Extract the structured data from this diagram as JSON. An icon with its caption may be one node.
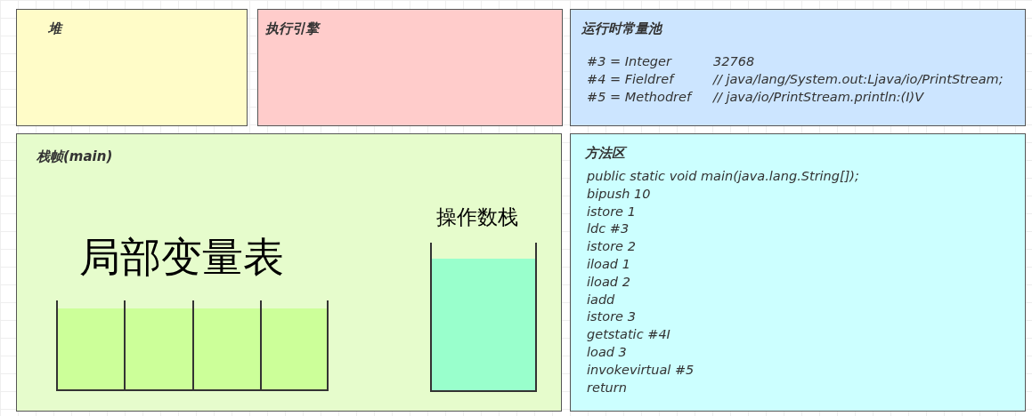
{
  "diagram": {
    "nodes": [
      {
        "text": [
          "堆"
        ]
      },
      {
        "text": [
          "执行引擎"
        ]
      },
      {
        "text": [
          "运行时常量池",
          "#3 = Integer",
          "32768",
          "#4 = Fieldref",
          "// java/lang/System.out:Ljava/io/PrintStream;",
          "#5 = Methodref",
          "// java/io/PrintStream.println:(I)V"
        ]
      },
      {
        "text": [
          "栈帧(main)"
        ]
      },
      {
        "text": [
          "局部变量表"
        ],
        "in": 3
      },
      {
        "text": [
          "操作数栈"
        ],
        "in": 3
      },
      {
        "text": [
          "方法区",
          "public static void main(java.lang.String[]);",
          "bipush 10",
          "istore 1",
          "ldc #3",
          "istore 2",
          "iload 1",
          "iload 2",
          "iadd",
          "istore 3",
          "getstatic #4I",
          "load 3",
          "invokevirtual #5",
          "return"
        ]
      }
    ],
    "edges": []
  }
}
